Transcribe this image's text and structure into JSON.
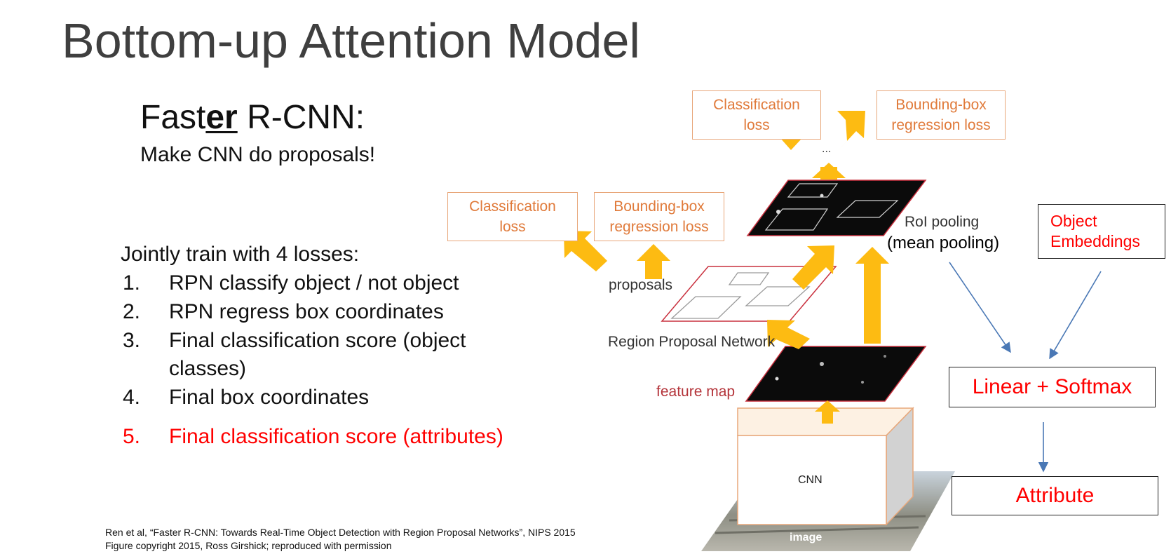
{
  "slide": {
    "title": "Bottom-up Attention Model",
    "faster_prefix": "Fast",
    "faster_emph": "er",
    "faster_suffix": " R-CNN:",
    "subtitle": "Make CNN do proposals!",
    "jointly": "Jointly train with 4 losses:",
    "losses": [
      {
        "num": "1.",
        "text": "RPN classify object / not object"
      },
      {
        "num": "2.",
        "text": "RPN regress box coordinates"
      },
      {
        "num": "3.",
        "text": "Final classification score (object"
      },
      {
        "num": "",
        "text": "classes)"
      },
      {
        "num": "4.",
        "text": "Final box coordinates"
      },
      {
        "num": "5.",
        "text": "Final classification score (attributes)"
      }
    ],
    "citation_line1": "Ren et al, “Faster R-CNN: Towards Real-Time Object Detection with Region Proposal Networks”, NIPS 2015",
    "citation_line2": "Figure copyright 2015, Ross Girshick; reproduced with permission"
  },
  "diagram": {
    "top_cls_loss": [
      "Classification",
      "loss"
    ],
    "top_bbox_loss": [
      "Bounding-box",
      "regression loss"
    ],
    "ellipsis": "...",
    "rpn_cls_loss": [
      "Classification",
      "loss"
    ],
    "rpn_bbox_loss": [
      "Bounding-box",
      "regression loss"
    ],
    "roi_pooling": "RoI pooling",
    "mean_pooling": "(mean pooling)",
    "proposals": "proposals",
    "rpn": "Region Proposal Network",
    "feature_map": "feature map",
    "cnn": "CNN",
    "image": "image",
    "object_embeddings": [
      "Object",
      "Embeddings"
    ],
    "linear_softmax": "Linear + Softmax",
    "attribute": "Attribute",
    "colors": {
      "loss_box_border": "#e8a77a",
      "loss_text": "#e07a3a",
      "arrow_yellow": "#fdbb12",
      "flow_arrow": "#4a78b5",
      "red": "#ff0000"
    }
  }
}
